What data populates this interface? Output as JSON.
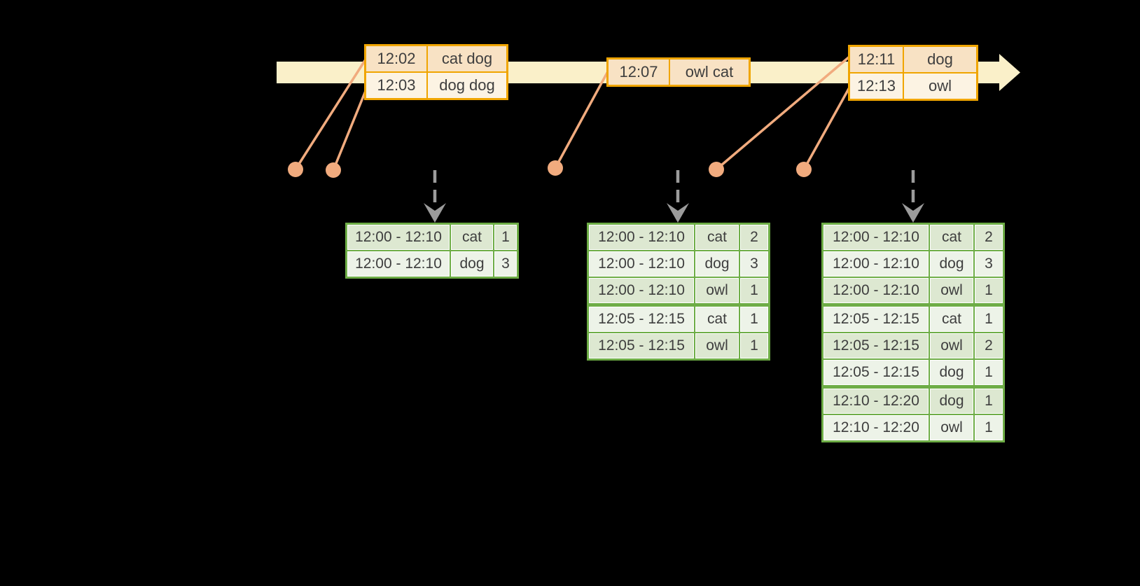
{
  "colors": {
    "background": "#000000",
    "timeline_band": "#FAF0C9",
    "event_table_border": "#F0A500",
    "event_row_dark": "#F8E2C4",
    "event_row_light": "#FCF3E3",
    "event_dot": "#F1AB7E",
    "trigger_arrow_gray": "#9C9C9C",
    "result_table_border": "#6EAD46",
    "result_row_dark": "#DDE8D1",
    "result_row_light": "#EDF3E8",
    "text": "#3E3E3E"
  },
  "event_tables": [
    {
      "rows": [
        {
          "time": "12:02",
          "words": "cat dog"
        },
        {
          "time": "12:03",
          "words": "dog dog"
        }
      ]
    },
    {
      "rows": [
        {
          "time": "12:07",
          "words": "owl cat"
        }
      ]
    },
    {
      "rows": [
        {
          "time": "12:11",
          "words": "dog"
        },
        {
          "time": "12:13",
          "words": "owl"
        }
      ]
    }
  ],
  "result_tables": [
    {
      "rows": [
        {
          "window": "12:00 - 12:10",
          "word": "cat",
          "count": "1"
        },
        {
          "window": "12:00 - 12:10",
          "word": "dog",
          "count": "3"
        }
      ]
    },
    {
      "rows": [
        {
          "window": "12:00 - 12:10",
          "word": "cat",
          "count": "2"
        },
        {
          "window": "12:00 - 12:10",
          "word": "dog",
          "count": "3"
        },
        {
          "window": "12:00 - 12:10",
          "word": "owl",
          "count": "1"
        },
        {
          "window": "12:05 - 12:15",
          "word": "cat",
          "count": "1"
        },
        {
          "window": "12:05 - 12:15",
          "word": "owl",
          "count": "1"
        }
      ]
    },
    {
      "rows": [
        {
          "window": "12:00 - 12:10",
          "word": "cat",
          "count": "2"
        },
        {
          "window": "12:00 - 12:10",
          "word": "dog",
          "count": "3"
        },
        {
          "window": "12:00 - 12:10",
          "word": "owl",
          "count": "1"
        },
        {
          "window": "12:05 - 12:15",
          "word": "cat",
          "count": "1"
        },
        {
          "window": "12:05 - 12:15",
          "word": "owl",
          "count": "2"
        },
        {
          "window": "12:05 - 12:15",
          "word": "dog",
          "count": "1"
        },
        {
          "window": "12:10 - 12:20",
          "word": "dog",
          "count": "1"
        },
        {
          "window": "12:10 - 12:20",
          "word": "owl",
          "count": "1"
        }
      ]
    }
  ]
}
